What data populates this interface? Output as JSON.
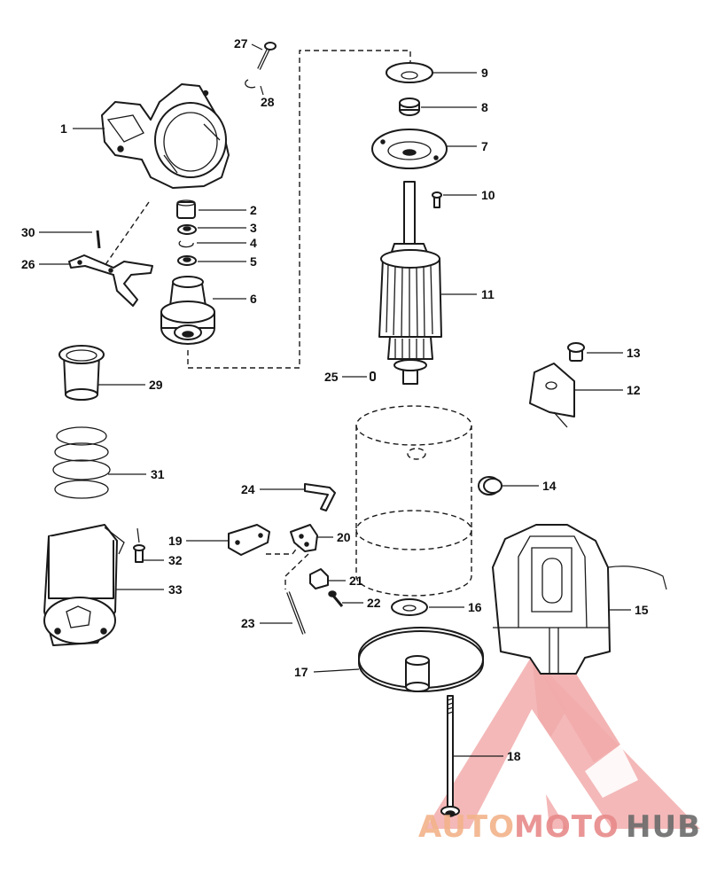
{
  "callouts": {
    "c1": "1",
    "c2": "2",
    "c3": "3",
    "c4": "4",
    "c5": "5",
    "c6": "6",
    "c7": "7",
    "c8": "8",
    "c9": "9",
    "c10": "10",
    "c11": "11",
    "c12": "12",
    "c13": "13",
    "c14": "14",
    "c15": "15",
    "c16": "16",
    "c17": "17",
    "c18": "18",
    "c19": "19",
    "c20": "20",
    "c21": "21",
    "c22": "22",
    "c23": "23",
    "c24": "24",
    "c25": "25",
    "c26": "26",
    "c27": "27",
    "c28": "28",
    "c29": "29",
    "c30": "30",
    "c31": "31",
    "c32": "32",
    "c33": "33"
  },
  "watermark": {
    "part1": "AUTO",
    "part2": "MOTO",
    "part3": "HUB",
    "color_primary": "#e88a8a",
    "color_accent": "#f2b38a",
    "color_dark": "#6b6b6b"
  }
}
